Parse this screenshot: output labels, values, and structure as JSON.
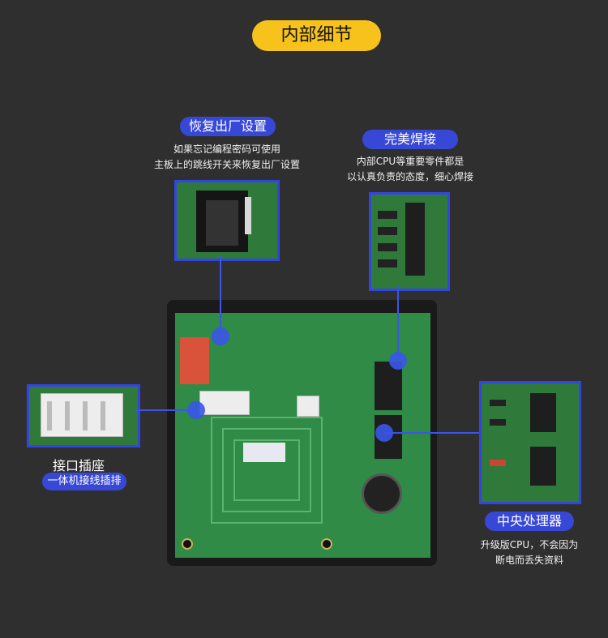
{
  "header": {
    "title": "内部细节"
  },
  "callouts": {
    "reset": {
      "title": "恢复出厂设置",
      "desc": [
        "如果忘记编程密码可使用",
        "主板上的跳线开关来恢复出厂设置"
      ]
    },
    "solder": {
      "title": "完美焊接",
      "desc": [
        "内部CPU等重要零件都是",
        "以认真负责的态度，细心焊接"
      ]
    },
    "connector": {
      "title": "接口插座",
      "subtitle": "一体机接线插排"
    },
    "cpu": {
      "title": "中央处理器",
      "desc": [
        "升级版CPU，不会因为",
        "断电而丢失资料"
      ]
    }
  },
  "colors": {
    "accent_yellow": "#f6c21b",
    "accent_blue": "#3848d6",
    "background": "#2f2f2f",
    "pcb_green": "#2f8b45"
  }
}
